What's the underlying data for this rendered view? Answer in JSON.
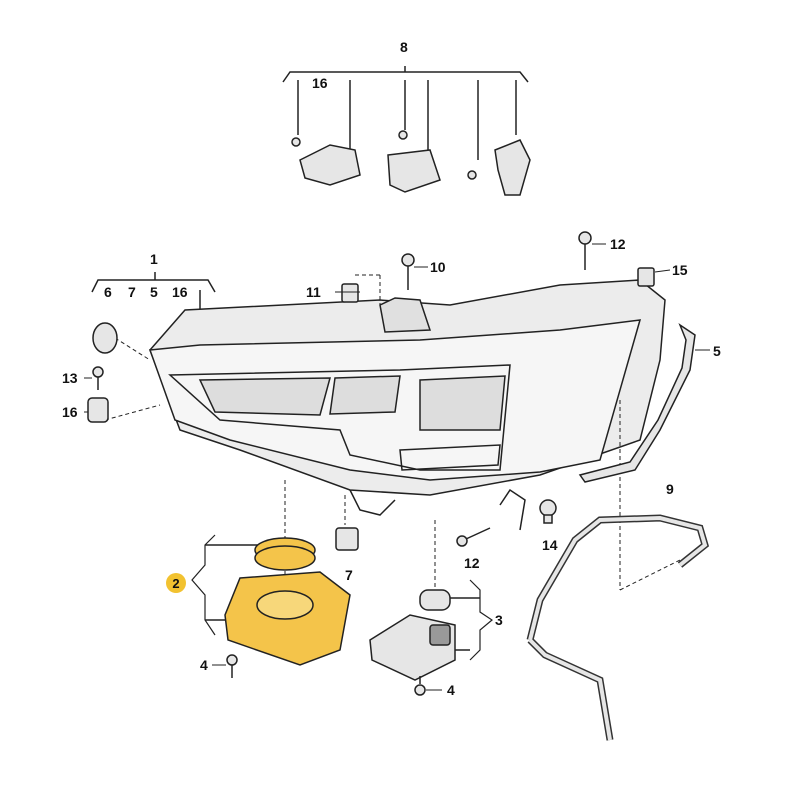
{
  "title": "Headlight exploded parts diagram",
  "colors": {
    "highlight": "#f2c230",
    "part_fill": "#e6e6e6",
    "line": "#222222",
    "highlight_part": "#f4c44a"
  },
  "labels": {
    "l8": "8",
    "l16_top": "16",
    "l1": "1",
    "l6": "6",
    "l7a": "7",
    "l5a": "5",
    "l16a": "16",
    "l11": "11",
    "l10": "10",
    "l12_top": "12",
    "l15": "15",
    "l5_right": "5",
    "l13": "13",
    "l16_left": "16",
    "l9": "9",
    "l12_mid": "12",
    "l14": "14",
    "l7_mid": "7",
    "l2": "2",
    "l3": "3",
    "l4_left": "4",
    "l4_mid": "4"
  }
}
